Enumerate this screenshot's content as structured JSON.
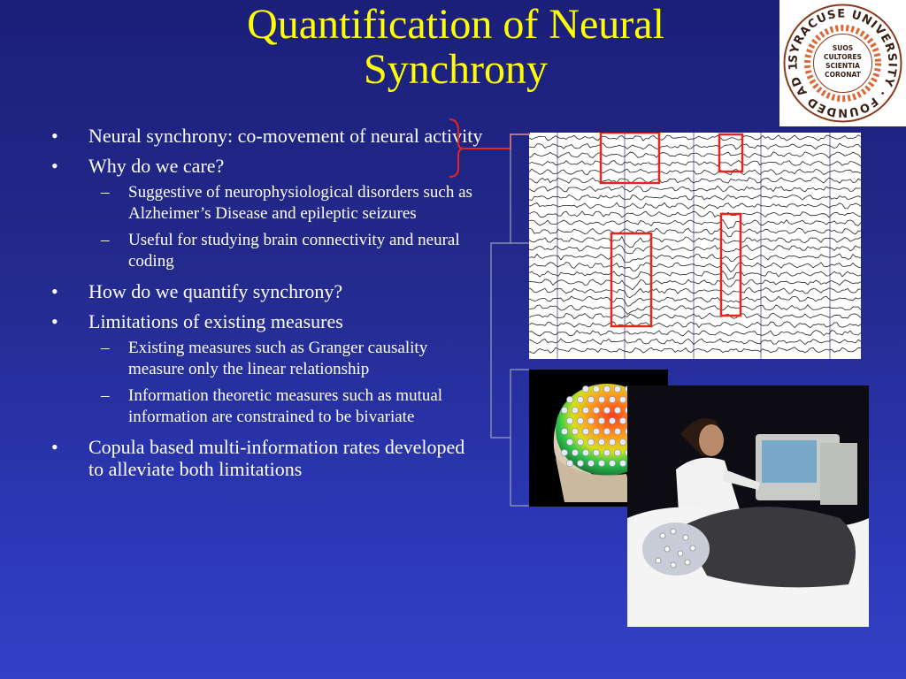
{
  "slide": {
    "title": "Quantification of Neural Synchrony",
    "bullets": [
      {
        "text": "Neural synchrony: co-movement of neural activity",
        "sub": []
      },
      {
        "text": "Why do we care?",
        "sub": [
          "Suggestive of neurophysiological disorders such as Alzheimer’s Disease and epileptic seizures",
          "Useful for studying brain connectivity and neural coding"
        ]
      },
      {
        "text": "How do we quantify synchrony?",
        "sub": []
      },
      {
        "text": "Limitations of existing measures",
        "sub": [
          "Existing measures such as Granger causality measure only the linear relationship",
          "Information theoretic measures such as mutual information are constrained to be bivariate"
        ]
      },
      {
        "text": "Copula based multi-information rates developed to alleviate both limitations",
        "sub": []
      }
    ],
    "bullet_mark": "•",
    "sub_mark": "–"
  },
  "seal": {
    "ring_text": "SYRACUSE UNIVERSITY · FOUNDED AD 1870 ·",
    "motto": [
      "SUOS",
      "CULTORES",
      "SCIENTIA",
      "CORONAT"
    ]
  },
  "colors": {
    "title": "#ffff00",
    "text": "#ffffff",
    "highlight_box": "#e8251d",
    "bracket_gray": "#9aa0b8",
    "seal_brown": "#8a3a1a"
  },
  "icons": {
    "eeg_figure": "eeg-trace-image",
    "head_figure": "electrode-head-image",
    "clinic_figure": "eeg-clinic-photo"
  }
}
